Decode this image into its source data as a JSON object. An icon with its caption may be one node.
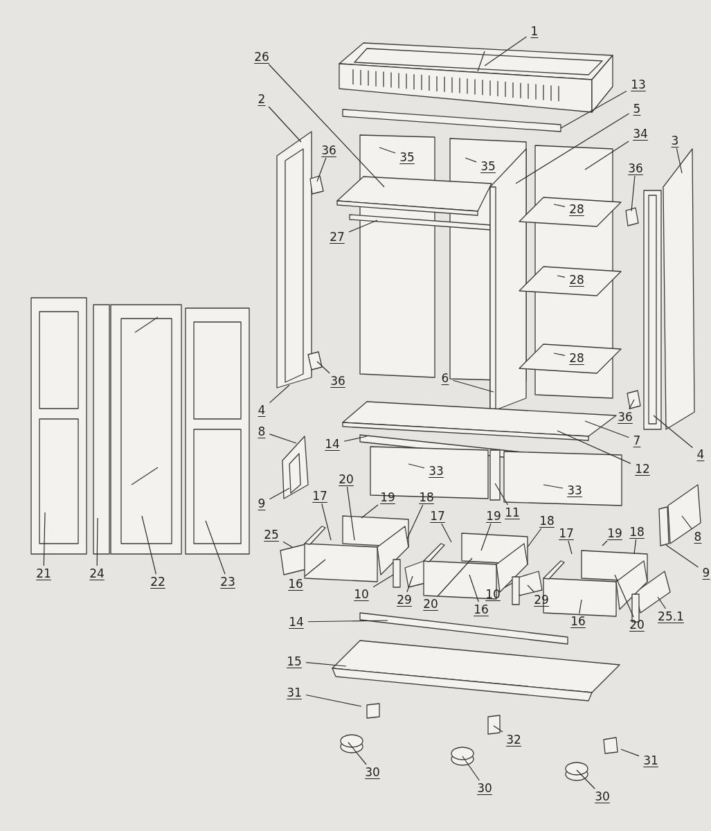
{
  "diagram": {
    "nodes": [
      {
        "text": [
          "1"
        ]
      },
      {
        "text": [
          "13"
        ]
      },
      {
        "text": [
          "5"
        ]
      },
      {
        "text": [
          "26"
        ]
      },
      {
        "text": [
          "2"
        ]
      },
      {
        "text": [
          "36"
        ]
      },
      {
        "text": [
          "35"
        ]
      },
      {
        "text": [
          "35"
        ]
      },
      {
        "text": [
          "34"
        ]
      },
      {
        "text": [
          "3"
        ]
      },
      {
        "text": [
          "36"
        ]
      },
      {
        "text": [
          "28"
        ]
      },
      {
        "text": [
          "27"
        ]
      },
      {
        "text": [
          "28"
        ]
      },
      {
        "text": [
          "28"
        ]
      },
      {
        "text": [
          "36"
        ]
      },
      {
        "text": [
          "6"
        ]
      },
      {
        "text": [
          "4"
        ]
      },
      {
        "text": [
          "36"
        ]
      },
      {
        "text": [
          "8"
        ]
      },
      {
        "text": [
          "14"
        ]
      },
      {
        "text": [
          "7"
        ]
      },
      {
        "text": [
          "4"
        ]
      },
      {
        "text": [
          "12"
        ]
      },
      {
        "text": [
          "33"
        ]
      },
      {
        "text": [
          "33"
        ]
      },
      {
        "text": [
          "9"
        ]
      },
      {
        "text": [
          "20"
        ]
      },
      {
        "text": [
          "17"
        ]
      },
      {
        "text": [
          "19"
        ]
      },
      {
        "text": [
          "18"
        ]
      },
      {
        "text": [
          "11"
        ]
      },
      {
        "text": [
          "17"
        ]
      },
      {
        "text": [
          "19"
        ]
      },
      {
        "text": [
          "18"
        ]
      },
      {
        "text": [
          "17"
        ]
      },
      {
        "text": [
          "19"
        ]
      },
      {
        "text": [
          "18"
        ]
      },
      {
        "text": [
          "25"
        ]
      },
      {
        "text": [
          "8"
        ]
      },
      {
        "text": [
          "9"
        ]
      },
      {
        "text": [
          "21"
        ]
      },
      {
        "text": [
          "24"
        ]
      },
      {
        "text": [
          "22"
        ]
      },
      {
        "text": [
          "23"
        ]
      },
      {
        "text": [
          "16"
        ]
      },
      {
        "text": [
          "10"
        ]
      },
      {
        "text": [
          "29"
        ]
      },
      {
        "text": [
          "20"
        ]
      },
      {
        "text": [
          "16"
        ]
      },
      {
        "text": [
          "10"
        ]
      },
      {
        "text": [
          "29"
        ]
      },
      {
        "text": [
          "16"
        ]
      },
      {
        "text": [
          "20"
        ]
      },
      {
        "text": [
          "25.1"
        ]
      },
      {
        "text": [
          "14"
        ]
      },
      {
        "text": [
          "15"
        ]
      },
      {
        "text": [
          "31"
        ]
      },
      {
        "text": [
          "30"
        ]
      },
      {
        "text": [
          "32"
        ]
      },
      {
        "text": [
          "31"
        ]
      },
      {
        "text": [
          "30"
        ]
      },
      {
        "text": [
          "30"
        ]
      }
    ],
    "edges": [
      {
        "from": 0,
        "to": null,
        "arrow": "none"
      },
      {
        "from": 1,
        "to": null,
        "arrow": "none"
      },
      {
        "from": 2,
        "to": null,
        "arrow": "none"
      },
      {
        "from": 3,
        "to": null,
        "arrow": "none"
      },
      {
        "from": 4,
        "to": null,
        "arrow": "none"
      },
      {
        "from": 5,
        "to": null,
        "arrow": "none"
      },
      {
        "from": 6,
        "to": null,
        "arrow": "none"
      },
      {
        "from": 7,
        "to": null,
        "arrow": "none"
      },
      {
        "from": 8,
        "to": null,
        "arrow": "none"
      },
      {
        "from": 9,
        "to": null,
        "arrow": "none"
      },
      {
        "from": 10,
        "to": null,
        "arrow": "none"
      },
      {
        "from": 11,
        "to": null,
        "arrow": "none"
      },
      {
        "from": 12,
        "to": null,
        "arrow": "none"
      },
      {
        "from": 13,
        "to": null,
        "arrow": "none"
      },
      {
        "from": 14,
        "to": null,
        "arrow": "none"
      },
      {
        "from": 15,
        "to": null,
        "arrow": "none"
      },
      {
        "from": 16,
        "to": null,
        "arrow": "none"
      },
      {
        "from": 17,
        "to": null,
        "arrow": "none"
      },
      {
        "from": 18,
        "to": null,
        "arrow": "none"
      },
      {
        "from": 19,
        "to": null,
        "arrow": "none"
      },
      {
        "from": 20,
        "to": null,
        "arrow": "none"
      },
      {
        "from": 21,
        "to": null,
        "arrow": "none"
      },
      {
        "from": 22,
        "to": null,
        "arrow": "none"
      },
      {
        "from": 23,
        "to": null,
        "arrow": "none"
      },
      {
        "from": 24,
        "to": null,
        "arrow": "none"
      },
      {
        "from": 25,
        "to": null,
        "arrow": "none"
      },
      {
        "from": 26,
        "to": null,
        "arrow": "none"
      },
      {
        "from": 27,
        "to": null,
        "arrow": "none"
      },
      {
        "from": 28,
        "to": null,
        "arrow": "none"
      },
      {
        "from": 29,
        "to": null,
        "arrow": "none"
      },
      {
        "from": 30,
        "to": null,
        "arrow": "none"
      },
      {
        "from": 31,
        "to": null,
        "arrow": "none"
      },
      {
        "from": 32,
        "to": null,
        "arrow": "none"
      },
      {
        "from": 33,
        "to": null,
        "arrow": "none"
      },
      {
        "from": 34,
        "to": null,
        "arrow": "none"
      },
      {
        "from": 35,
        "to": null,
        "arrow": "none"
      },
      {
        "from": 36,
        "to": null,
        "arrow": "none"
      },
      {
        "from": 37,
        "to": null,
        "arrow": "none"
      },
      {
        "from": 38,
        "to": null,
        "arrow": "none"
      },
      {
        "from": 39,
        "to": null,
        "arrow": "none"
      },
      {
        "from": 40,
        "to": null,
        "arrow": "none"
      },
      {
        "from": 41,
        "to": null,
        "arrow": "none"
      },
      {
        "from": 42,
        "to": null,
        "arrow": "none"
      },
      {
        "from": 43,
        "to": null,
        "arrow": "none"
      },
      {
        "from": 44,
        "to": null,
        "arrow": "none"
      },
      {
        "from": 45,
        "to": null,
        "arrow": "none"
      },
      {
        "from": 46,
        "to": null,
        "arrow": "none"
      },
      {
        "from": 47,
        "to": null,
        "arrow": "none"
      },
      {
        "from": 48,
        "to": null,
        "arrow": "none"
      },
      {
        "from": 49,
        "to": null,
        "arrow": "none"
      },
      {
        "from": 50,
        "to": null,
        "arrow": "none"
      },
      {
        "from": 51,
        "to": null,
        "arrow": "none"
      },
      {
        "from": 52,
        "to": null,
        "arrow": "none"
      },
      {
        "from": 53,
        "to": null,
        "arrow": "none"
      },
      {
        "from": 54,
        "to": null,
        "arrow": "none"
      },
      {
        "from": 55,
        "to": null,
        "arrow": "none"
      },
      {
        "from": 56,
        "to": null,
        "arrow": "none"
      },
      {
        "from": 57,
        "to": null,
        "arrow": "none"
      },
      {
        "from": 58,
        "to": null,
        "arrow": "none"
      },
      {
        "from": 59,
        "to": null,
        "arrow": "none"
      },
      {
        "from": 60,
        "to": null,
        "arrow": "none"
      },
      {
        "from": 61,
        "to": null,
        "arrow": "none"
      },
      {
        "from": 62,
        "to": null,
        "arrow": "none"
      }
    ]
  }
}
